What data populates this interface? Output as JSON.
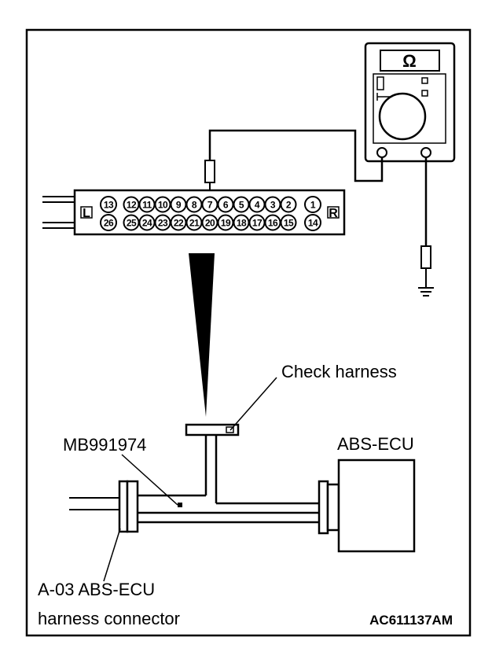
{
  "diagram": {
    "labels": {
      "check_harness": "Check harness",
      "tool": "MB991974",
      "ecu": "ABS-ECU",
      "connector_line1": "A-03 ABS-ECU",
      "connector_line2": "harness connector",
      "figure_code": "AC611137AM",
      "meter_symbol": "Ω"
    },
    "connector": {
      "left_mark": "L",
      "right_mark": "R",
      "top_pins": [
        "13",
        "12",
        "11",
        "10",
        "9",
        "8",
        "7",
        "6",
        "5",
        "4",
        "3",
        "2",
        "1"
      ],
      "bottom_pins": [
        "26",
        "25",
        "24",
        "23",
        "22",
        "21",
        "20",
        "19",
        "18",
        "17",
        "16",
        "15",
        "14"
      ]
    }
  }
}
